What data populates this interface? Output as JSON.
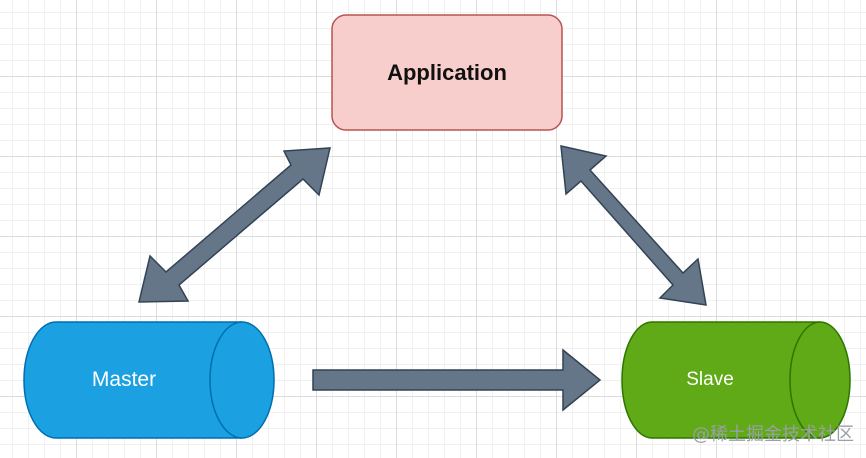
{
  "nodes": {
    "application": {
      "label": "Application",
      "fill": "#f8cecc",
      "stroke": "#b85450"
    },
    "master": {
      "label": "Master",
      "fill": "#1ba1e2",
      "stroke": "#006eaf"
    },
    "slave": {
      "label": "Slave",
      "fill": "#60a917",
      "stroke": "#2d7600"
    }
  },
  "edges": [
    {
      "from": "application",
      "to": "master",
      "direction": "both"
    },
    {
      "from": "application",
      "to": "slave",
      "direction": "both"
    },
    {
      "from": "master",
      "to": "slave",
      "direction": "forward"
    }
  ],
  "arrow_color": "#647687",
  "arrow_stroke": "#314354",
  "watermark": "@稀土掘金技术社区"
}
